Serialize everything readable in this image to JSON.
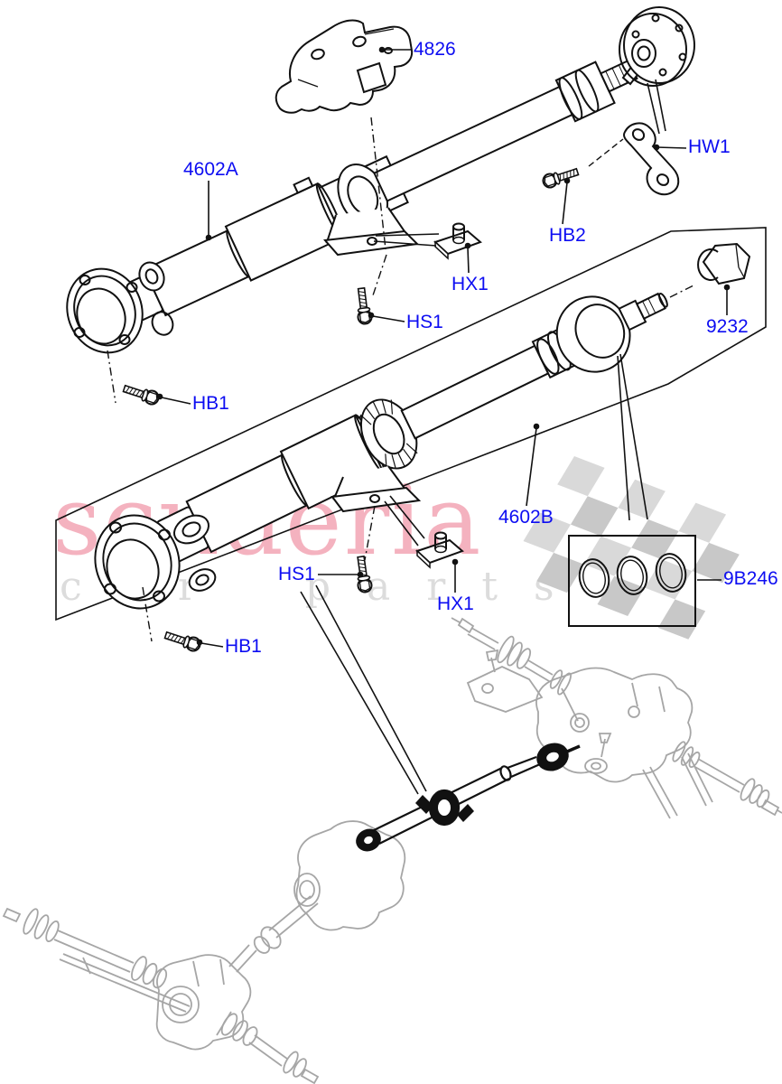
{
  "diagram": {
    "type": "exploded-parts-diagram",
    "subject": "drive shaft and propshaft assembly",
    "callouts": {
      "c4826": "4826",
      "hw1": "HW1",
      "hb2": "HB2",
      "c4602a": "4602A",
      "hx1_upper": "HX1",
      "hs1_upper": "HS1",
      "hb1_upper": "HB1",
      "c9232": "9232",
      "c4602b": "4602B",
      "hs1_lower": "HS1",
      "hx1_lower": "HX1",
      "hb1_lower": "HB1",
      "c9b246": "9B246"
    },
    "colors": {
      "background": "#ffffff",
      "callout_text": "#0d0df2",
      "line_art": "#111111",
      "ghost_art": "#a6a6a6",
      "checker_light": "#d9d9d9",
      "checker_dark": "#c8c8c8",
      "watermark_brand": "#e0143c",
      "watermark_subtitle": "#dcdcdc"
    }
  },
  "watermark": {
    "brand": "scuderia",
    "subtitle": "car parts"
  }
}
